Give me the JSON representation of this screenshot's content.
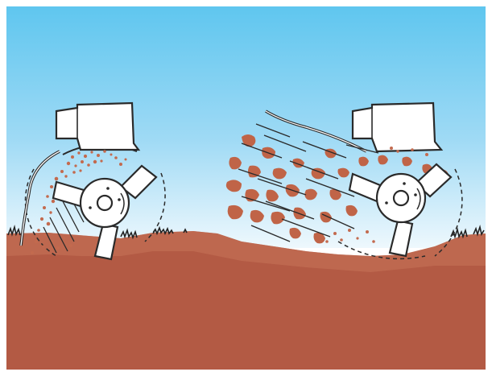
{
  "illustration": {
    "panels": [
      {
        "id": "left",
        "soil_throw": "fine"
      },
      {
        "id": "right",
        "soil_throw": "coarse"
      }
    ],
    "colors": {
      "sky_top": "#5fc6ef",
      "sky_bottom": "#e9f6fc",
      "soil": "#b35a44",
      "soil_dark": "#a2523e",
      "crumb": "#c36a4e",
      "outline": "#2a2a2a",
      "machine": "#ffffff",
      "grass": "#222222",
      "frame": "#ffffff"
    }
  }
}
